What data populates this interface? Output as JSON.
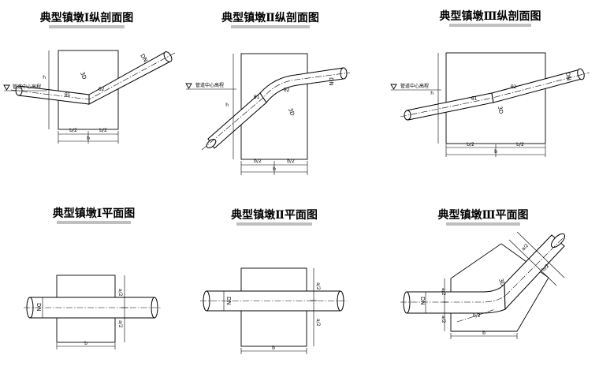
{
  "panels": {
    "elev1": {
      "title": "典型镇墩Ⅰ纵剖面图",
      "datum": "管道中心高程",
      "dn": "DN",
      "d3": "3D",
      "theta": "θ1",
      "theta2": "θ2",
      "h": "h",
      "half": "b/2",
      "b": "b"
    },
    "elev2": {
      "title": "典型镇墩Ⅱ纵剖面图",
      "datum": "管道中心高程",
      "dn": "DN",
      "d3": "3D",
      "theta": "θ1",
      "theta2": "θ2",
      "h": "h",
      "half": "b/2",
      "b": "b"
    },
    "elev3": {
      "title": "典型镇墩Ⅲ纵剖面图",
      "datum": "管道中心高程",
      "dn": "DN",
      "d3": "3D",
      "theta": "θ1",
      "theta2": "θ2",
      "h": "h",
      "half": "b/2",
      "b": "b"
    },
    "plan1": {
      "title": "典型镇墩Ⅰ平面图",
      "dn": "DN",
      "a2": "a/2",
      "b": "b"
    },
    "plan2": {
      "title": "典型镇墩Ⅱ平面图",
      "dn": "DN",
      "a2": "a/2",
      "b": "b"
    },
    "plan3": {
      "title": "典型镇墩Ⅲ平面图",
      "dn": "DN",
      "d3": "3D",
      "a2": "a/2",
      "half": "b/2",
      "b": "b"
    }
  }
}
